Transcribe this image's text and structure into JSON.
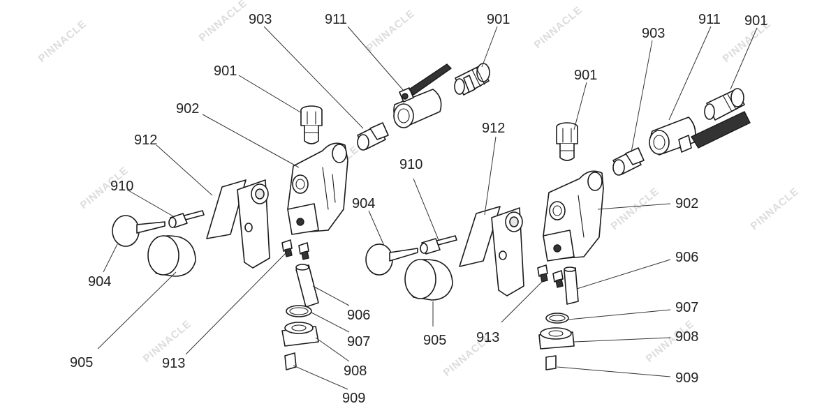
{
  "watermark": "PINNACLE",
  "callouts": [
    {
      "id": "c-903-a",
      "text": "903"
    },
    {
      "id": "c-911-a",
      "text": "911"
    },
    {
      "id": "c-901-a",
      "text": "901"
    },
    {
      "id": "c-901-b",
      "text": "901"
    },
    {
      "id": "c-902-a",
      "text": "902"
    },
    {
      "id": "c-912-a",
      "text": "912"
    },
    {
      "id": "c-910-a",
      "text": "910"
    },
    {
      "id": "c-904-a",
      "text": "904"
    },
    {
      "id": "c-905-a",
      "text": "905"
    },
    {
      "id": "c-913-a",
      "text": "913"
    },
    {
      "id": "c-906-a",
      "text": "906"
    },
    {
      "id": "c-907-a",
      "text": "907"
    },
    {
      "id": "c-908-a",
      "text": "908"
    },
    {
      "id": "c-909-a",
      "text": "909"
    },
    {
      "id": "c-903-b",
      "text": "903"
    },
    {
      "id": "c-911-b",
      "text": "911"
    },
    {
      "id": "c-901-c",
      "text": "901"
    },
    {
      "id": "c-901-d",
      "text": "901"
    },
    {
      "id": "c-912-b",
      "text": "912"
    },
    {
      "id": "c-910-b",
      "text": "910"
    },
    {
      "id": "c-904-b",
      "text": "904"
    },
    {
      "id": "c-902-b",
      "text": "902"
    },
    {
      "id": "c-906-b",
      "text": "906"
    },
    {
      "id": "c-907-b",
      "text": "907"
    },
    {
      "id": "c-905-b",
      "text": "905"
    },
    {
      "id": "c-913-b",
      "text": "913"
    },
    {
      "id": "c-908-b",
      "text": "908"
    },
    {
      "id": "c-909-b",
      "text": "909"
    }
  ]
}
